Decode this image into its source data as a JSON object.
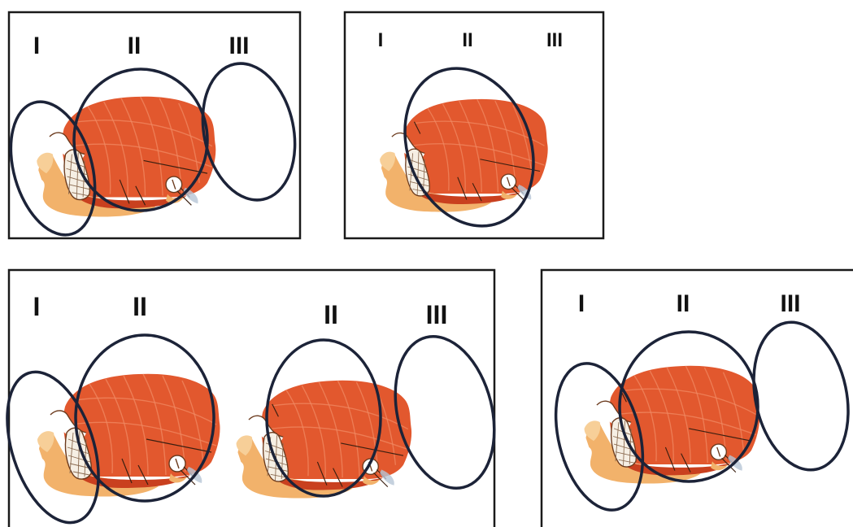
{
  "colors": {
    "frame": "#1a1a1a",
    "ellipse": "#1c2338",
    "muscle": "#e2582e",
    "muscle_dark": "#c9401f",
    "bone": "#f2b26b",
    "bone_light": "#f7cf98",
    "fiber": "#f08a63",
    "detail": "#6b3a1d",
    "mesh": "#c8a889",
    "white": "#ffffff"
  },
  "panels": [
    {
      "id": "panel-1",
      "zone_labels": [
        "I",
        "II",
        "III"
      ],
      "illustrations": 1,
      "visible_zones": [
        "I",
        "II",
        "III"
      ]
    },
    {
      "id": "panel-2",
      "zone_labels": [
        "I",
        "II",
        "III"
      ],
      "illustrations": 1,
      "visible_zones": [
        "II"
      ]
    },
    {
      "id": "panel-3",
      "zone_labels": [
        "I",
        "II",
        "II",
        "III"
      ],
      "illustrations": 2,
      "visible_zones": [
        "I",
        "II",
        "II",
        "III"
      ]
    },
    {
      "id": "panel-4",
      "zone_labels": [
        "I",
        "II",
        "III"
      ],
      "illustrations": 1,
      "visible_zones": [
        "I",
        "II",
        "III"
      ]
    }
  ]
}
